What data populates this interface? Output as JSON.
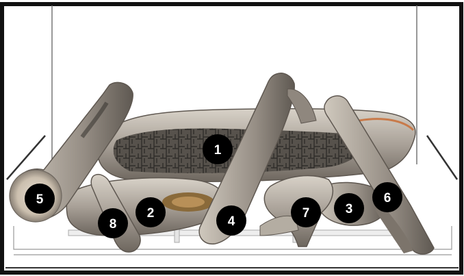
{
  "diagram": {
    "colors": {
      "frame": "#111111",
      "badge": "#000000",
      "badge_text": "#ffffff",
      "log_bark": "#9c958c",
      "log_light": "#d9d3c9",
      "log_dark": "#4a4540",
      "char": "#5a5550",
      "ember": "#c87a4a"
    },
    "callouts": [
      {
        "id": "1",
        "label": "1"
      },
      {
        "id": "2",
        "label": "2"
      },
      {
        "id": "3",
        "label": "3"
      },
      {
        "id": "4",
        "label": "4"
      },
      {
        "id": "5",
        "label": "5"
      },
      {
        "id": "6",
        "label": "6"
      },
      {
        "id": "7",
        "label": "7"
      },
      {
        "id": "8",
        "label": "8"
      }
    ]
  }
}
